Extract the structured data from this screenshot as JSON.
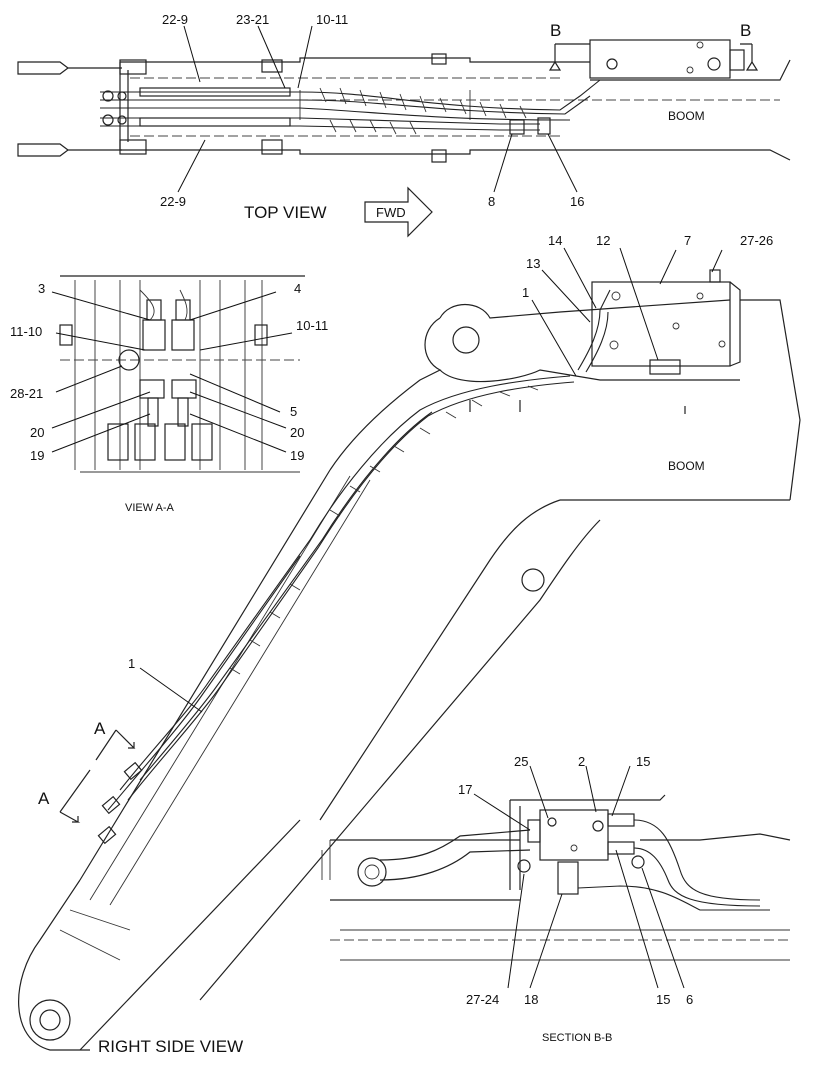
{
  "views": {
    "top": "TOP VIEW",
    "side": "RIGHT SIDE VIEW",
    "view_a": "VIEW A-A",
    "section_b": "SECTION B-B"
  },
  "direction": "FWD",
  "section_markers": {
    "a": "A",
    "b": "B"
  },
  "part_labels": {
    "boom": "BOOM"
  },
  "callouts": {
    "top": {
      "c22_9_top": "22-9",
      "c23_21": "23-21",
      "c10_11": "10-11",
      "c22_9_bottom": "22-9",
      "c8": "8",
      "c16": "16"
    },
    "side": {
      "c14": "14",
      "c12": "12",
      "c7": "7",
      "c27_26": "27-26",
      "c13": "13",
      "c1_upper": "1",
      "c1_lower": "1"
    },
    "view_a": {
      "c3": "3",
      "c4": "4",
      "c11_10": "11-10",
      "c10_11": "10-11",
      "c28_21": "28-21",
      "c5": "5",
      "c20_left": "20",
      "c20_right": "20",
      "c19_left": "19",
      "c19_right": "19"
    },
    "section_b": {
      "c25": "25",
      "c2": "2",
      "c15_top": "15",
      "c17": "17",
      "c27_24": "27-24",
      "c18": "18",
      "c15_bottom": "15",
      "c6": "6"
    }
  }
}
